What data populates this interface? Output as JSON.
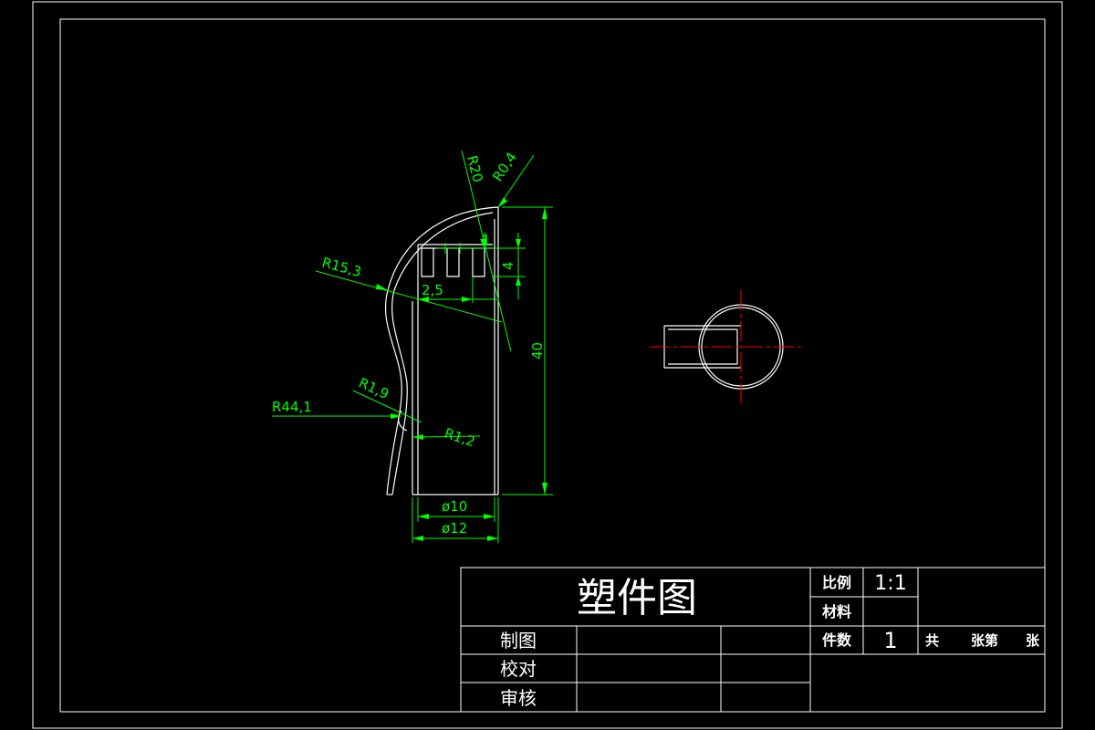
{
  "drawing": {
    "dimensions": {
      "r20": "R20",
      "r04": "R0,4",
      "r153": "R15,3",
      "d1": "1",
      "d4": "4",
      "d25": "2,5",
      "d40": "40",
      "r19": "R1,9",
      "r441": "R44,1",
      "r12": "R1,2",
      "dia10": "ø10",
      "dia12": "ø12"
    }
  },
  "title_block": {
    "title": "塑件图",
    "scale_label": "比例",
    "scale_value": "1:1",
    "material_label": "材料",
    "material_value": "",
    "quantity_label": "件数",
    "quantity_value": "1",
    "sheet_total_label": "共",
    "sheet_label_mid": "张第",
    "sheet_label_end": "张",
    "drawn_label": "制图",
    "checked_label": "校对",
    "approved_label": "审核"
  },
  "colors": {
    "background": "#000000",
    "outline": "#ffffff",
    "dimension": "#00ff00",
    "centerline": "#ff0000"
  }
}
